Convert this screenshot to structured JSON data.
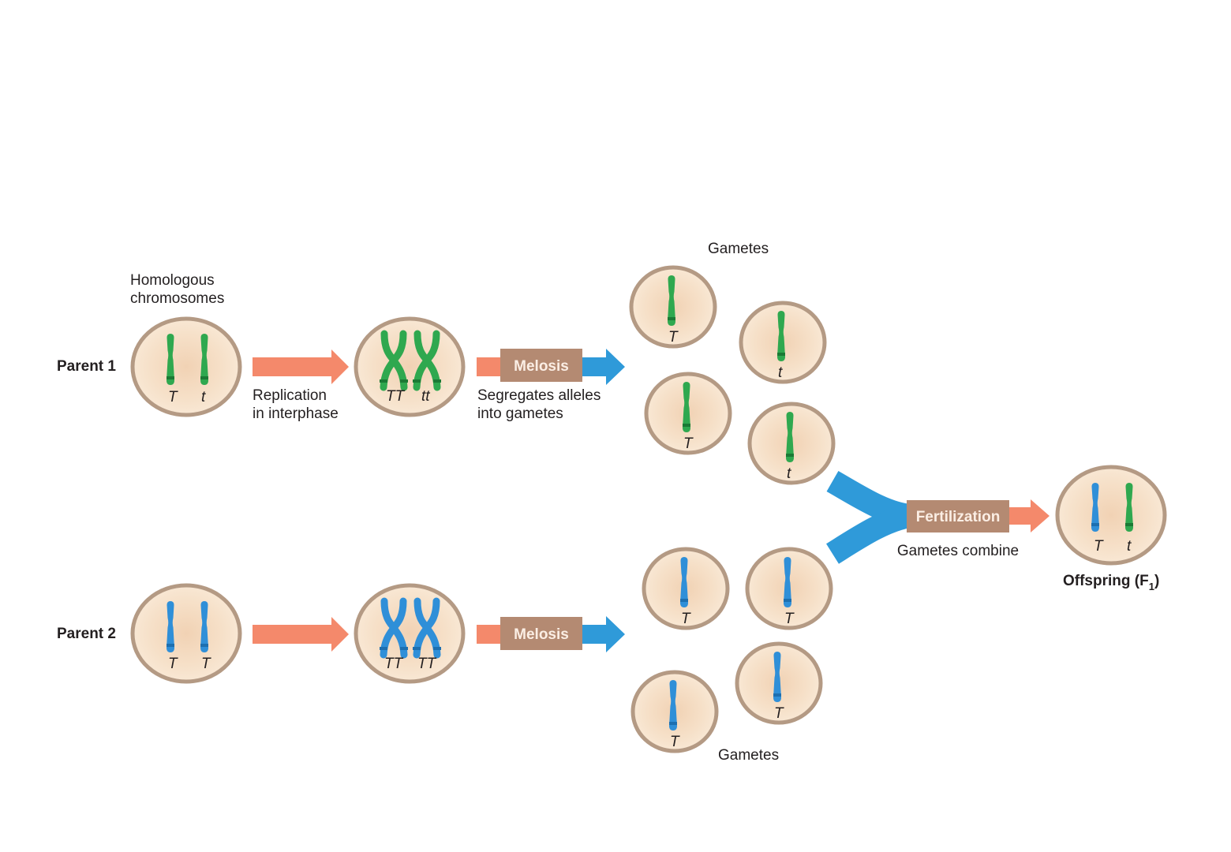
{
  "colors": {
    "cell_fill": "#f7e3cc",
    "cell_border": "#b49a84",
    "green_chromosome": "#2fa84f",
    "green_band": "#1b7a35",
    "blue_chromosome": "#2f8fd8",
    "blue_band": "#1d6fb0",
    "salmon_arrow": "#f4896b",
    "blue_arrow": "#2f9ad9",
    "process_box": "#b48a72",
    "box_text": "#fbeee4"
  },
  "labels": {
    "homologous_line1": "Homologous",
    "homologous_line2": "chromosomes",
    "parent1": "Parent 1",
    "parent2": "Parent 2",
    "replication_line1": "Replication",
    "replication_line2": "in interphase",
    "meiosis_box_1": "Melosis",
    "meiosis_box_2": "Melosis",
    "segregates_line1": "Segregates alleles",
    "segregates_line2": "into gametes",
    "gametes_top": "Gametes",
    "gametes_bottom": "Gametes",
    "fertilization_box": "Fertilization",
    "gametes_combine": "Gametes combine",
    "offspring": "Offspring (F",
    "offspring_sub": "1",
    "offspring_close": ")"
  },
  "parent1": {
    "cell_alleles": [
      "T",
      "t"
    ],
    "replicated_alleles": [
      "TT",
      "tt"
    ],
    "gametes": [
      "T",
      "t",
      "T",
      "t"
    ]
  },
  "parent2": {
    "cell_alleles": [
      "T",
      "T"
    ],
    "replicated_alleles": [
      "TT",
      "TT"
    ],
    "gametes": [
      "T",
      "T",
      "T",
      "T"
    ]
  },
  "offspring": {
    "alleles": [
      "T",
      "t"
    ]
  }
}
